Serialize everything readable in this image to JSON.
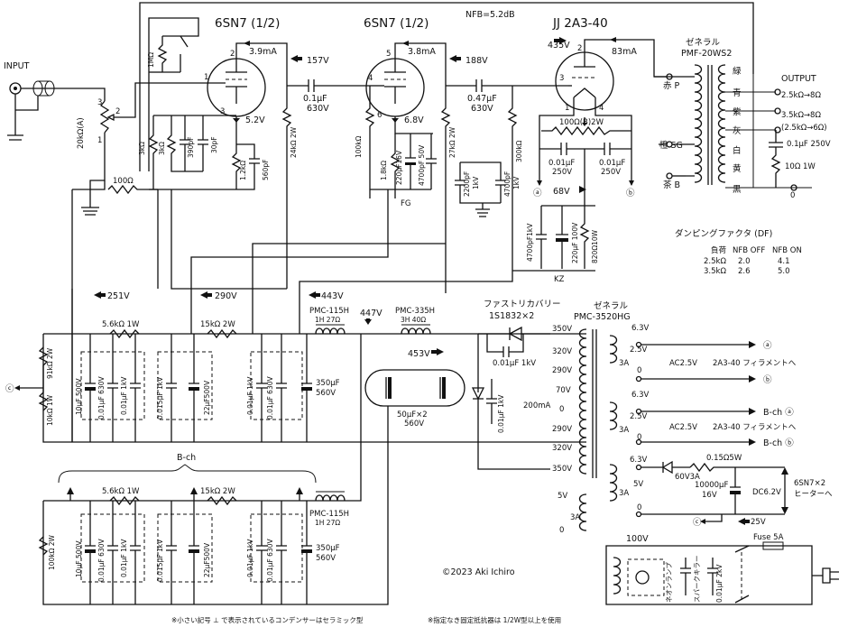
{
  "title": {
    "tube1": "6SN7 (1/2)",
    "tube2": "6SN7 (1/2)",
    "tube3": "JJ 2A3-40",
    "nfb": "NFB=5.2dB"
  },
  "input": {
    "label": "INPUT",
    "pot": "20kΩ(A)",
    "pin1": "1",
    "pin2": "2",
    "pin3": "3",
    "r_100": "100Ω"
  },
  "stage1": {
    "pin1": "1",
    "pin2": "2",
    "pin3": "3",
    "cur": "3.9mA",
    "r_1m": "1MΩ",
    "r_3k_a": "3kΩ",
    "r_3k_b": "3kΩ",
    "c_390p": "390pF",
    "c_30p": "30pF",
    "r_1_2k": "1.2kΩ",
    "c_560p": "560pF",
    "v_157": "157V",
    "v_5_2": "5.2V",
    "r_24k": "24kΩ 2W",
    "c_01": "0.1μF",
    "c_01_v": "630V"
  },
  "stage2": {
    "pin4": "4",
    "pin5": "5",
    "pin6": "6",
    "cur": "3.8mA",
    "v_188": "188V",
    "v_6_8": "6.8V",
    "r_100k": "100kΩ",
    "r_1_8k": "1.8kΩ",
    "c_220u": "220μF16V",
    "c_4700p": "4700pF 50V",
    "fg": "FG",
    "r_27k": "27kΩ 2W",
    "c_047": "0.47μF",
    "c_047_v": "630V",
    "c_2200p": "2200pF",
    "c_2200p_v": "1kV",
    "c_4700p_b": "4700pF",
    "c_4700p_b_v": "1kV"
  },
  "stage3": {
    "v_435": "435V",
    "cur": "83mA",
    "pin2": "2",
    "pin3": "3",
    "pin1": "1",
    "pin4": "4",
    "r_300k": "300kΩ",
    "hum_pot": "100Ω(B)2W",
    "c_001a": "0.01μF",
    "c_001a_v": "250V",
    "c_001b": "0.01μF",
    "c_001b_v": "250V",
    "a": "ⓐ",
    "b": "ⓑ",
    "v_68": "68V",
    "c_4700p1kv": "4700pF1kV",
    "c_220u100v": "220μF 100V",
    "r_820": "820Ω10W",
    "kz": "KZ"
  },
  "output_tx": {
    "name1": "ゼネラル",
    "name2": "PMF-20WS2",
    "red": "赤 P",
    "orange": "橙 SG",
    "brown": "茶 B",
    "green": "緑",
    "blue": "青",
    "purple": "紫",
    "gray": "灰",
    "white": "白",
    "yellow": "黄",
    "black": "黒",
    "output": "OUTPUT",
    "imp1": "2.5kΩ→8Ω",
    "imp2": "3.5kΩ→8Ω",
    "imp3": "(2.5kΩ→6Ω)",
    "c_zobel": "0.1μF 250V",
    "r_zobel": "10Ω 1W",
    "zero": "0"
  },
  "df": {
    "title": "ダンピングファクタ (DF)",
    "h_load": "負荷",
    "h_off": "NFB OFF",
    "h_on": "NFB ON",
    "rows": [
      {
        "load": "2.5kΩ",
        "off": "2.0",
        "on": "4.1"
      },
      {
        "load": "3.5kΩ",
        "off": "2.6",
        "on": "5.0"
      }
    ]
  },
  "psu": {
    "v_251": "251V",
    "v_290": "290V",
    "v_443": "443V",
    "v_447": "447V",
    "v_453": "453V",
    "r_5_6k": "5.6kΩ 1W",
    "r_15k": "15kΩ 2W",
    "choke1": "PMC-115H",
    "choke1_sub": "1H 27Ω",
    "choke2": "PMC-335H",
    "choke2_sub": "3H 40Ω",
    "diode_title": "ファストリカバリー",
    "diode": "1S1832×2",
    "c_diode": "0.01μF 1kV",
    "c_diode2": "0.01μF 1kV",
    "pt_name1": "ゼネラル",
    "pt_name2": "PMC-3520HG",
    "r_91k": "91kΩ 2W",
    "r_10k": "10kΩ 1W",
    "c_mark": "ⓒ",
    "c10u500": "10μF 500V",
    "c001_630": "0.01μF 630V",
    "c001_1k": "0.01μF 1kV",
    "c0015_1k": "0.015μF 1kV",
    "c22u500": "22μF500V",
    "c001_1k_b": "0.01μF 1kV",
    "c001_630_b": "0.01μF 630V",
    "c350u": "350μF",
    "c350u_v": "560V",
    "c50u": "50μF×2",
    "c50u_v": "560V",
    "ma200": "200mA",
    "taps_left": [
      "350V",
      "320V",
      "290V",
      "70V",
      "0",
      "290V",
      "320V",
      "350V"
    ],
    "sec1": {
      "v63": "6.3V",
      "v25": "2.5V",
      "a3": "3A",
      "zero": "0",
      "ac": "AC2.5V",
      "desc": "2A3-40 フィラメントへ",
      "a": "ⓐ",
      "b": "ⓑ"
    },
    "sec2": {
      "v63": "6.3V",
      "v25": "2.5V",
      "a3": "3A",
      "zero": "0",
      "ac": "AC2.5V",
      "desc": "2A3-40 フィラメントへ",
      "ba": "B-ch ⓐ",
      "bb": "B-ch ⓑ"
    },
    "sec3": {
      "v63": "6.3V",
      "v5": "5V",
      "a3": "3A",
      "zero": "0",
      "diode": "60V3A",
      "r": "0.15Ω5W",
      "c": "10000μF",
      "c_v": "16V",
      "dc": "DC6.2V",
      "heater": "6SN7×2",
      "heater2": "ヒーターへ",
      "c_mark": "ⓒ",
      "v25": "25V"
    },
    "sec4": {
      "v5": "5V",
      "a3": "3A",
      "zero": "0"
    }
  },
  "bch": {
    "label": "B-ch",
    "r_5_6k": "5.6kΩ 1W",
    "r_15k": "15kΩ 2W",
    "r_100k": "100kΩ 2W",
    "c10u500": "10μF 500V",
    "c001_630": "0.01μF 630V",
    "c001_1k": "0.01μF 1kV",
    "c0015_1k": "0.015μF 1kV",
    "c22u500": "22μF500V",
    "c001_1k_b": "0.01μF 1kV",
    "c001_630_b": "0.01μF 630V",
    "c350u": "350μF",
    "c350u_v": "560V",
    "choke": "PMC-115H",
    "choke_sub": "1H 27Ω"
  },
  "mains": {
    "v100": "100V",
    "neon": "ネオンランプ",
    "spark": "スパークキラー",
    "c": "0.01μF 2kV",
    "fuse": "Fuse 5A"
  },
  "footer": {
    "copyright": "©2023  Aki Ichiro",
    "note1": "※小さい記号 ⊥ で表示されているコンデンサーはセラミック型",
    "note2": "※指定なき固定抵抗器は 1/2W型以上を使用"
  }
}
